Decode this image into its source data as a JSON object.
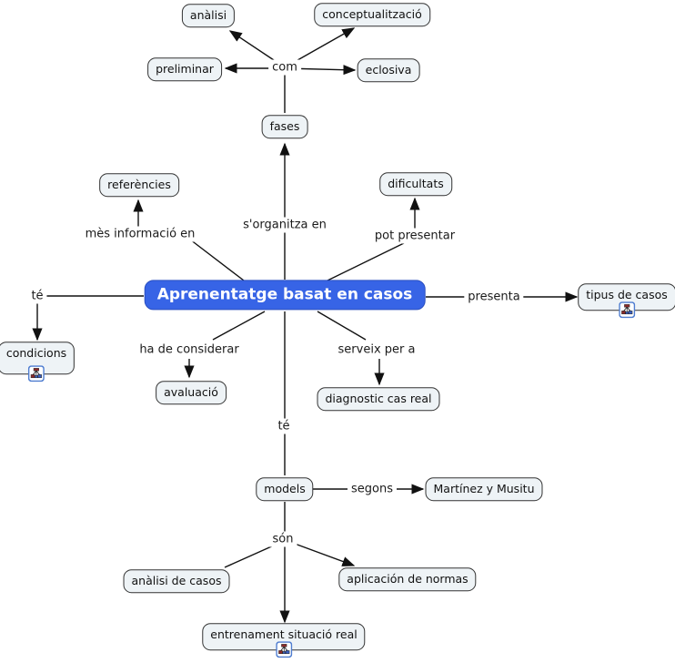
{
  "main_node": {
    "label": "Aprenentatge basat en casos"
  },
  "nodes": {
    "analisi": "anàlisi",
    "conceptualitzacio": "conceptualització",
    "preliminar": "preliminar",
    "eclosiva": "eclosiva",
    "fases": "fases",
    "referencies": "referències",
    "dificultats": "dificultats",
    "condicions": "condicions",
    "tipus_de_casos": "tipus de casos",
    "avaluacio": "avaluació",
    "diagnostic_cas_real": "diagnostic cas real",
    "models": "models",
    "martinez_y_musitu": "Martínez y Musitu",
    "analisi_de_casos": "anàlisi de casos",
    "aplicacion_de_normas": "aplicación de normas",
    "entrenament_situacio_real": "entrenament situació real"
  },
  "link_labels": {
    "com": "com",
    "s_organitza_en": "s'organitza en",
    "mes_informacio_en": "mès informació en",
    "pot_presentar": "pot presentar",
    "te_left": "té",
    "presenta": "presenta",
    "ha_de_considerar": "ha de considerar",
    "serveix_per_a": "serveix per a",
    "te_mid": "té",
    "segons": "segons",
    "son": "són"
  },
  "icons": {
    "resource": "cmap-resource-icon"
  },
  "colors": {
    "main_fill": "#3764e6",
    "main_text": "#ffffff",
    "node_fill": "#eef3f6",
    "node_border": "#333333",
    "line": "#111111",
    "icon_border": "#4f7dd0"
  }
}
